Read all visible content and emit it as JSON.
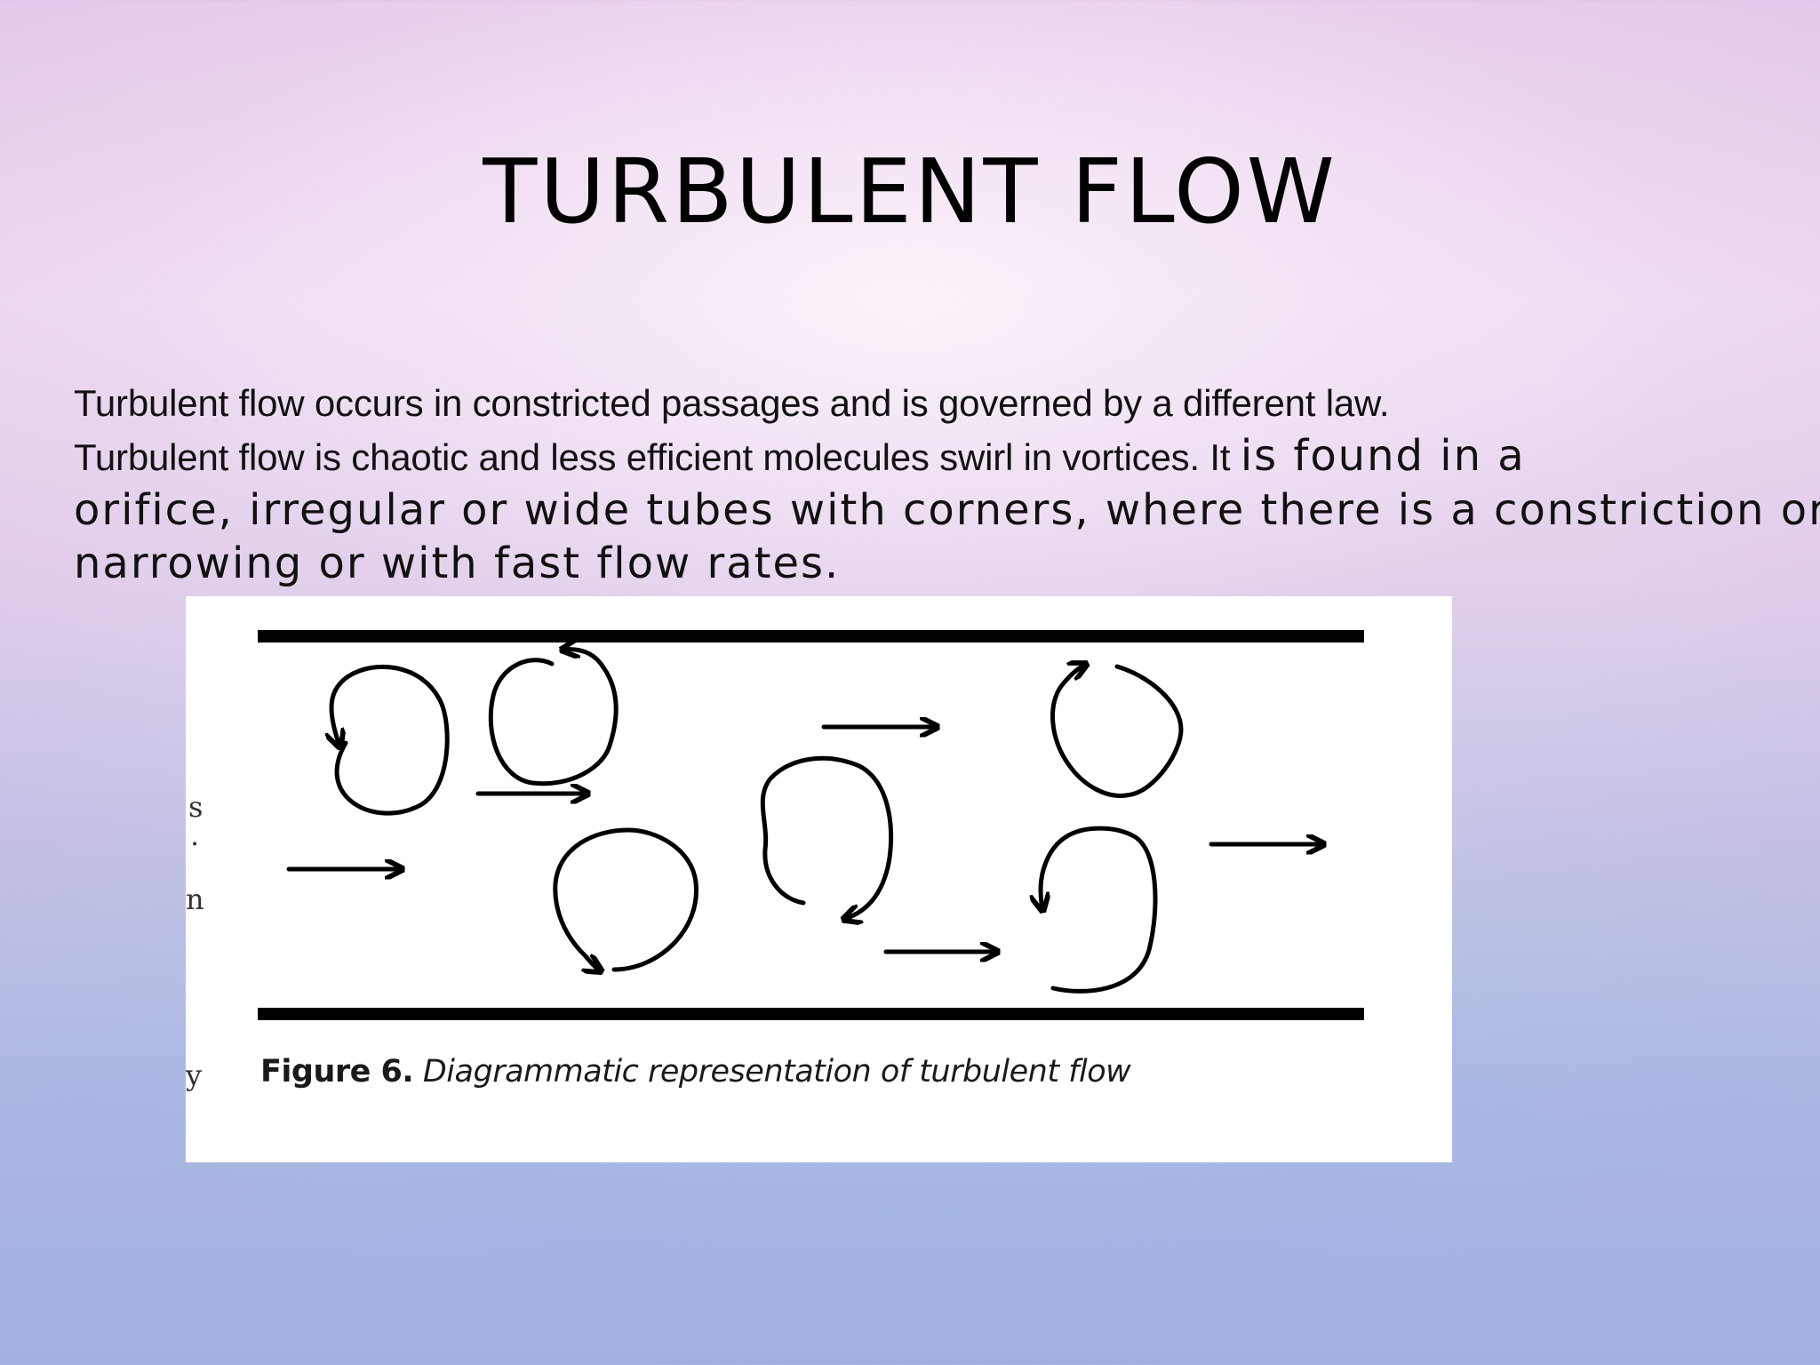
{
  "slide": {
    "title": "TURBULENT FLOW",
    "paragraph": {
      "line1": "Turbulent flow occurs in constricted passages and is governed by a different law.",
      "line2_small": "Turbulent flow is chaotic and less efficient molecules swirl in vortices. It ",
      "line2_large": "is found in a",
      "line3": "orifice, irregular or wide tubes with corners, where there is a constriction or",
      "line4": "narrowing or with fast flow rates."
    }
  },
  "figure": {
    "caption_label": "Figure 6.",
    "caption_text": "Diagrammatic representation of turbulent flow",
    "edge_fragments": [
      "s",
      ".",
      "n",
      "y"
    ]
  }
}
